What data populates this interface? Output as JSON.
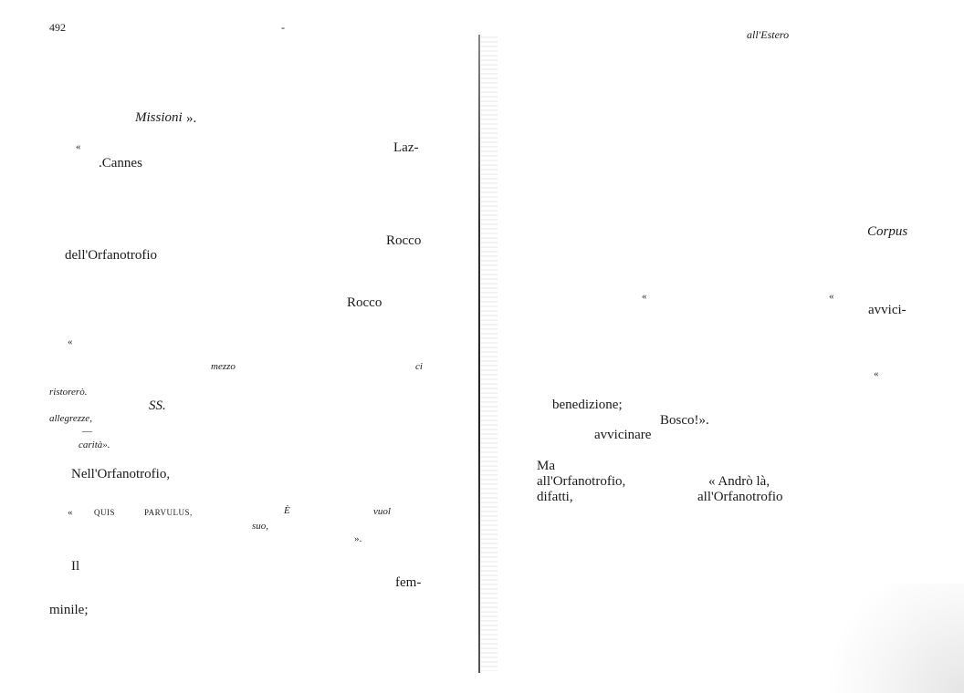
{
  "page": {
    "number": "492",
    "dash": "-",
    "running_head": "all'Estero"
  },
  "left": {
    "missioni": "Missioni",
    "missioni_close": "».",
    "quote_open_1": "«",
    "laz": "Laz-",
    "cannes": ".Cannes",
    "rocco_1": "Rocco",
    "orfanotrofio_1": "dell'Orfanotrofio",
    "rocco_2": "Rocco",
    "quote_open_2": "«",
    "mezzo": "mezzo",
    "ci": "ci",
    "ristorero": "ristorerò.",
    "ss": "SS.",
    "allegrezze": "allegrezze,",
    "dash_mark": "—",
    "carita": "carità».",
    "nell_orfanotrofio": "Nell'Orfanotrofio,",
    "quote_open_3": "«",
    "quis": "QUIS",
    "parvulus": "PARVULUS,",
    "e_accent": "È",
    "vuol": "vuol",
    "suo": "suo,",
    "close_quote": "».",
    "il": "Il",
    "fem": "fem-",
    "minile": "minile;"
  },
  "right": {
    "corpus": "Corpus",
    "quote_a": "«",
    "quote_b": "«",
    "avvici": "avvici-",
    "quote_c": "«",
    "benedizione": "benedizione;",
    "bosco": "Bosco!».",
    "avvicinare": "avvicinare",
    "ma": "Ma",
    "all_orfanotrofio_1": "all'Orfanotrofio,",
    "andro_la": "« Andrò là,",
    "difatti": "difatti,",
    "all_orfanotrofio_2": "all'Orfanotrofio"
  }
}
